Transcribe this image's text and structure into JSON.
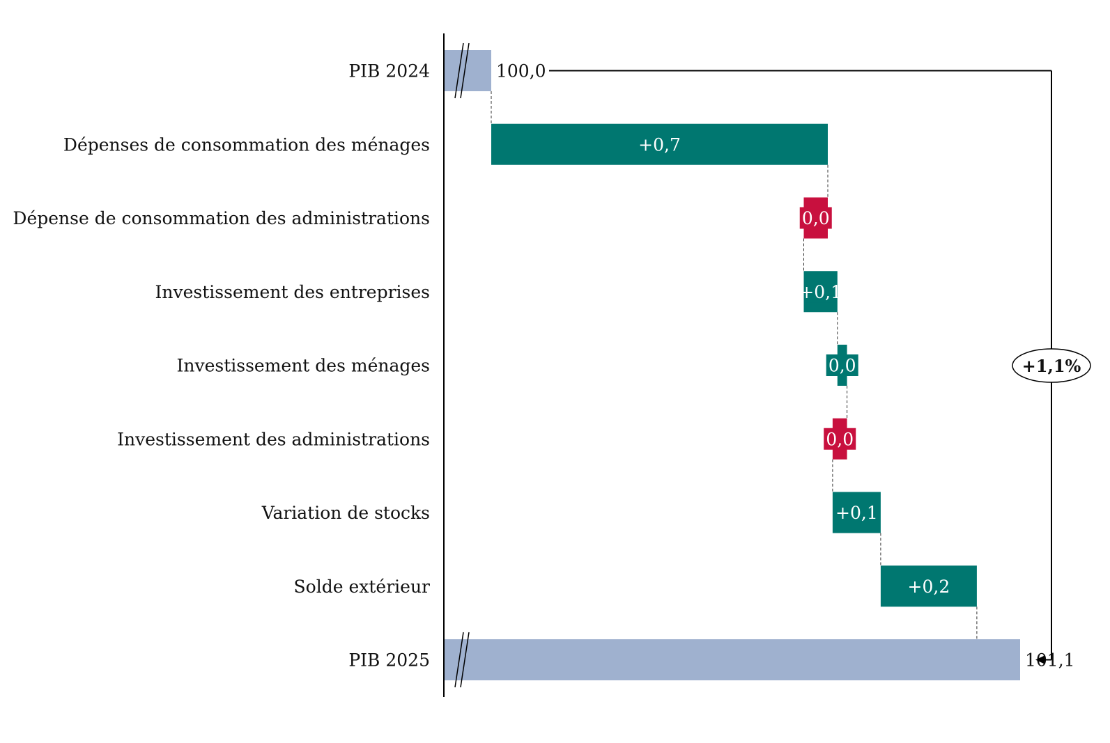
{
  "chart_data": {
    "type": "waterfall",
    "categories": [
      "PIB 2024",
      "Dépenses de consommation des ménages",
      "Dépense de consommation des administrations",
      "Investissement des entreprises",
      "Investissement des ménages",
      "Investissement des administrations",
      "Variation de stocks",
      "Solde extérieur",
      "PIB 2025"
    ],
    "steps": [
      {
        "kind": "total",
        "value": 100.0,
        "label": "100,0"
      },
      {
        "kind": "delta",
        "value": 0.7,
        "label": "+0,7",
        "sign": "positive"
      },
      {
        "kind": "delta",
        "value": -0.05,
        "label": "0,0",
        "sign": "negative"
      },
      {
        "kind": "delta",
        "value": 0.07,
        "label": "+0,1",
        "sign": "positive"
      },
      {
        "kind": "delta",
        "value": 0.02,
        "label": "0,0",
        "sign": "positive"
      },
      {
        "kind": "delta",
        "value": -0.03,
        "label": "0,0",
        "sign": "negative"
      },
      {
        "kind": "delta",
        "value": 0.1,
        "label": "+0,1",
        "sign": "positive"
      },
      {
        "kind": "delta",
        "value": 0.2,
        "label": "+0,2",
        "sign": "positive"
      },
      {
        "kind": "total",
        "value": 101.1,
        "label": "101,1"
      }
    ],
    "axis_break_at": 100.0,
    "xlim": [
      99.9,
      101.25
    ],
    "change_annotation": "+1,1%",
    "colors": {
      "total": "#9fb1cf",
      "positive": "#007770",
      "negative": "#c8103e",
      "axis": "#000000",
      "connector": "#333333"
    }
  }
}
